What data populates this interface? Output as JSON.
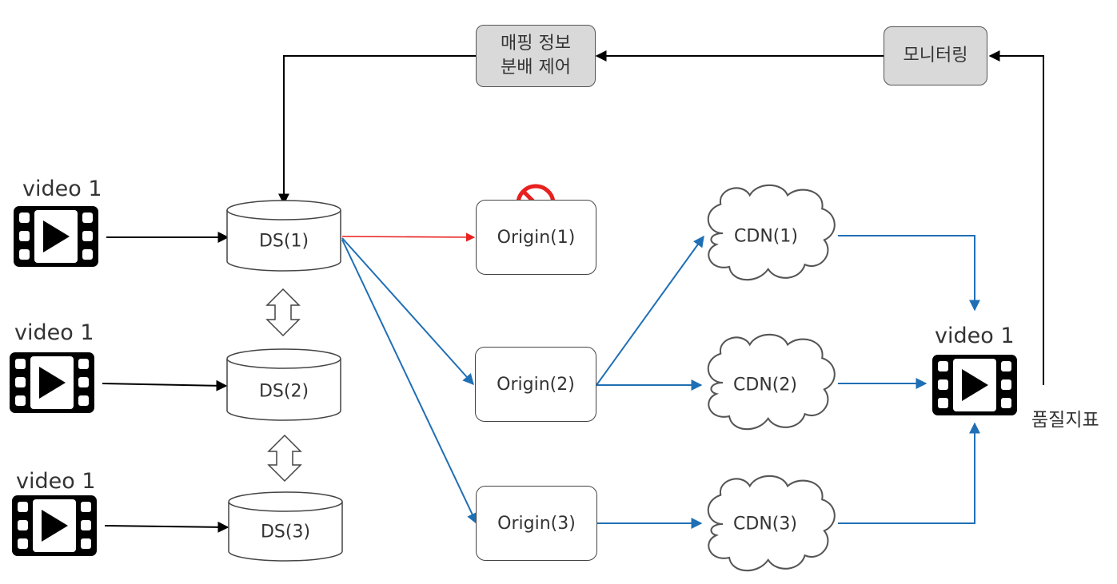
{
  "colors": {
    "black": "#000000",
    "blue": "#1f6fb5",
    "red": "#e8201f",
    "gray_box": "#d9d9d9",
    "text": "#333333"
  },
  "control": {
    "mapping": {
      "line1": "매핑 정보",
      "line2": "분배 제어"
    },
    "monitoring": "모니터링",
    "quality_label": "품질지표"
  },
  "sources": [
    {
      "label": "video 1",
      "icon": "video-film-icon"
    },
    {
      "label": "video 1",
      "icon": "video-film-icon"
    },
    {
      "label": "video 1",
      "icon": "video-film-icon"
    }
  ],
  "ds": [
    "DS(1)",
    "DS(2)",
    "DS(3)"
  ],
  "origins": [
    {
      "label": "Origin(1)",
      "status": "blocked",
      "status_icon": "prohibited-icon"
    },
    {
      "label": "Origin(2)"
    },
    {
      "label": "Origin(3)"
    }
  ],
  "cdns": [
    "CDN(1)",
    "CDN(2)",
    "CDN(3)"
  ],
  "client": {
    "label": "video 1",
    "icon": "video-film-icon"
  }
}
